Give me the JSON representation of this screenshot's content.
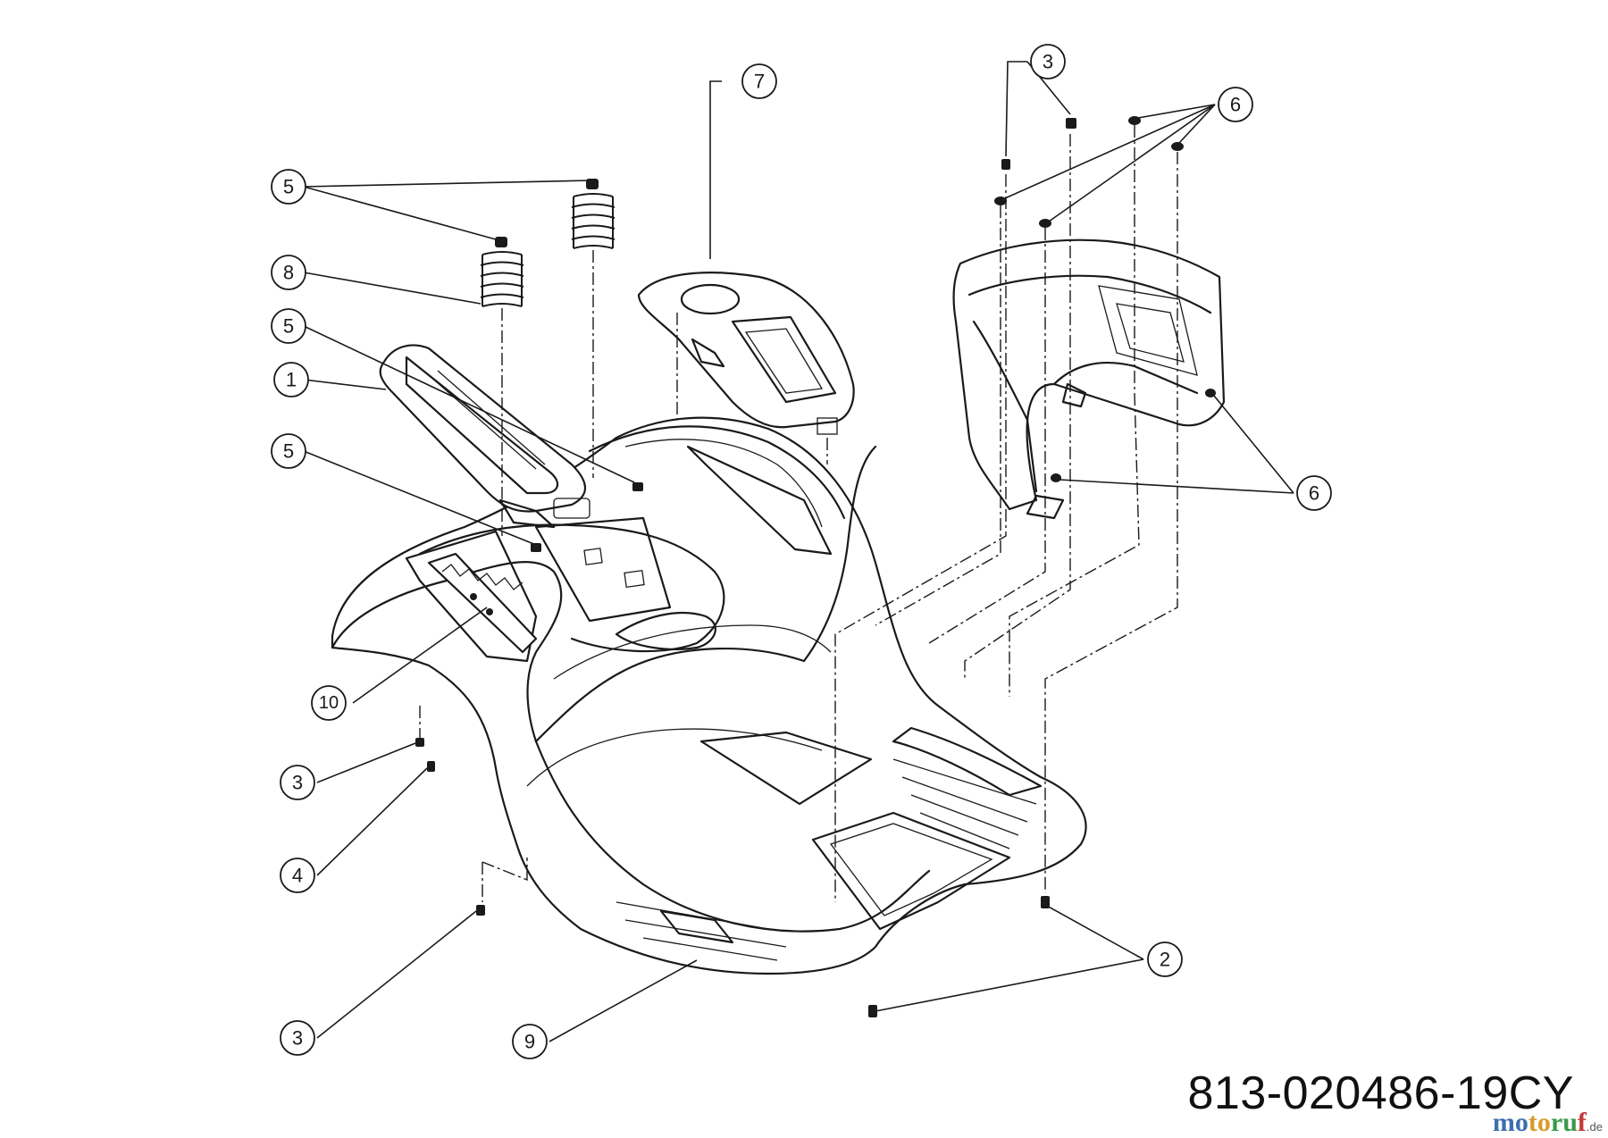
{
  "drawing_number": "813-020486-19CY",
  "watermark": {
    "part1": "mo",
    "part2": "to",
    "part3": "ru",
    "part4": "f",
    "suffix": ".de"
  },
  "callouts": [
    "1",
    "2",
    "3",
    "4",
    "5",
    "6",
    "7",
    "8",
    "9",
    "10"
  ]
}
